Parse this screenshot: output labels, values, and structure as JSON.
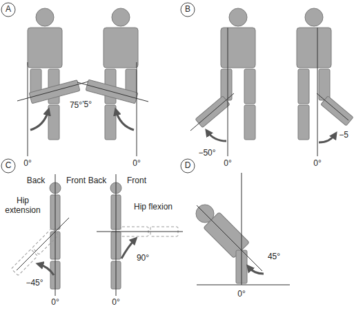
{
  "diagram": {
    "labels": [
      "A",
      "B",
      "C",
      "D",
      "75°",
      "0°",
      "75°",
      "0°",
      "−50°",
      "0°",
      "−5",
      "0°",
      "Back",
      "Front",
      "Hip extension",
      "−45°",
      "0°",
      "Back",
      "Front",
      "Hip flexion",
      "90°",
      "0°",
      "45°",
      "0°"
    ]
  }
}
